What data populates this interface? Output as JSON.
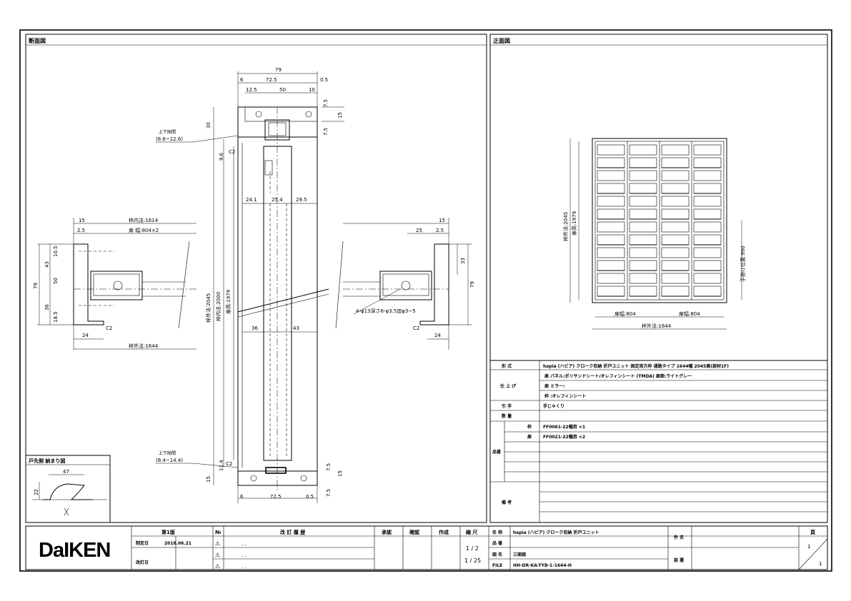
{
  "panels": {
    "section_title": "断面図",
    "front_title": "正面図"
  },
  "section_dims": {
    "top_width": "79",
    "d6_top": "6",
    "d725_top": "72.5",
    "d05_top": "0.5",
    "d125": "12.5",
    "d50": "50",
    "d10": "10",
    "d75a": "7.5",
    "d15a": "15",
    "d75b": "7.5",
    "d30": "30",
    "upper_gap_label": "上下隙間",
    "upper_gap_range": "(6.6~12.6)",
    "d96": "9.6",
    "c2_top": "C2",
    "d241": "24.1",
    "d254": "25.4",
    "d295": "29.5",
    "h2045": "枠外法:2045",
    "h2000": "枠内法:2000",
    "h1979": "扉高:1979",
    "d36": "36",
    "d43": "43",
    "lower_gap_label": "上下隙間",
    "lower_gap_range": "(8.4~14.4)",
    "d114": "11.4",
    "c2_bot": "C2",
    "d15b": "15",
    "d75c": "7.5",
    "d15c": "15",
    "d75d": "7.5",
    "d6_bot": "6",
    "d725_bot": "72.5",
    "d05_bot": "0.5"
  },
  "plan_left": {
    "d15": "15",
    "inner_width": "枠内法:1614",
    "d25": "2.5",
    "door_width": "扉 幅:804×2",
    "d105": "10.5",
    "d43": "43",
    "d79": "79",
    "d50": "50",
    "d36": "36",
    "d185": "18.5",
    "c2": "C2",
    "d24": "24",
    "outer_width": "枠外法:1644"
  },
  "plan_right": {
    "d15": "15",
    "d25": "25",
    "d25b": "2.5",
    "d33": "33",
    "d79": "79",
    "screw_note": "4-φ13深さ6-φ3.5皿φ3~5",
    "c2": "C2",
    "d24": "24"
  },
  "front_view": {
    "outer_h": "枠外法:2045",
    "door_h": "扉高:1979",
    "handle_h": "手掛け位置:990",
    "door_w1": "扉幅:804",
    "door_w2": "扉幅:804",
    "outer_w": "枠外法:1644"
  },
  "detail_box": {
    "title": "戸先側 納まり図",
    "d47": "47",
    "d22": "22"
  },
  "spec": {
    "rows": [
      {
        "label": "形 式",
        "value": "hapia (ハピア) クローク収納 折戸ユニット 固定両方枠 通路タイプ 1644幅 2045高(部材1F)"
      },
      {
        "label": "仕 上 げ",
        "value": "扉 パネル:ポリサンドシート/オレフィンシート (TMDA) 扉面:ライトグレー"
      },
      {
        "label": "",
        "value": "扉 ミラー:"
      },
      {
        "label": "",
        "value": "枠     :オレフィンシート"
      },
      {
        "label": "引 手",
        "value": "手じゃくり"
      },
      {
        "label": "数 量",
        "value": ""
      }
    ],
    "parts_label": "品番",
    "parts": [
      {
        "kind": "枠",
        "value": "FF0061-22幅用 ×1"
      },
      {
        "kind": "扉",
        "value": "FF0021-22幅用 ×2"
      }
    ],
    "remarks_label": "備 考"
  },
  "titleblock": {
    "logo": "DaIKEN",
    "rev_header": "第1版",
    "rev_no_header": "№",
    "revision_header": "改 訂 履 歴",
    "approve": "承認",
    "check": "確認",
    "create": "作成",
    "scale_header": "縮 尺",
    "created_label": "制定日",
    "created_date": "2018.06.21",
    "revised_label": "改訂日",
    "rev_dots": ". .",
    "scale1": "1 / 2",
    "scale2": "1 / 25",
    "name_label": "名 称",
    "name_value": "hapia (ハピア) クローク収納 折戸ユニット",
    "product_label": "品 番",
    "drawing_label": "図 名",
    "drawing_value": "三面図",
    "file_label": "FILE",
    "file_value": "HH-DR-KA-TYB-1-1644-H",
    "piece_label": "件 名",
    "dept_label": "部 署",
    "page_label": "頁",
    "page_num": "1",
    "page_total": "1"
  }
}
